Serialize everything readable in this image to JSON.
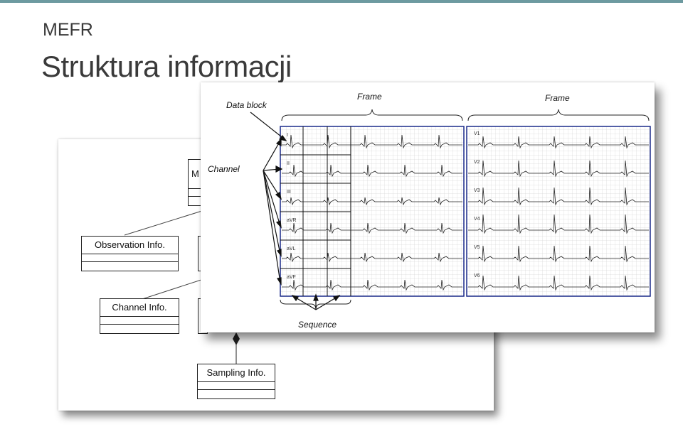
{
  "slide": {
    "subtitle": "MEFR",
    "title": "Struktura informacji"
  },
  "uml": {
    "boxes": {
      "top": "M",
      "observation": "Observation Info.",
      "channel": "Channel Info.",
      "sampling": "Sampling Info."
    }
  },
  "ecg": {
    "labels": {
      "frame_1": "Frame",
      "frame_2": "Frame",
      "data_block": "Data block",
      "channel": "Channel",
      "sequence": "Sequence"
    },
    "leads_frame_1": [
      "I",
      "II",
      "III",
      "aVR",
      "aVL",
      "aVF"
    ],
    "leads_frame_2": [
      "V1",
      "V2",
      "V3",
      "V4",
      "V5",
      "V6"
    ]
  }
}
